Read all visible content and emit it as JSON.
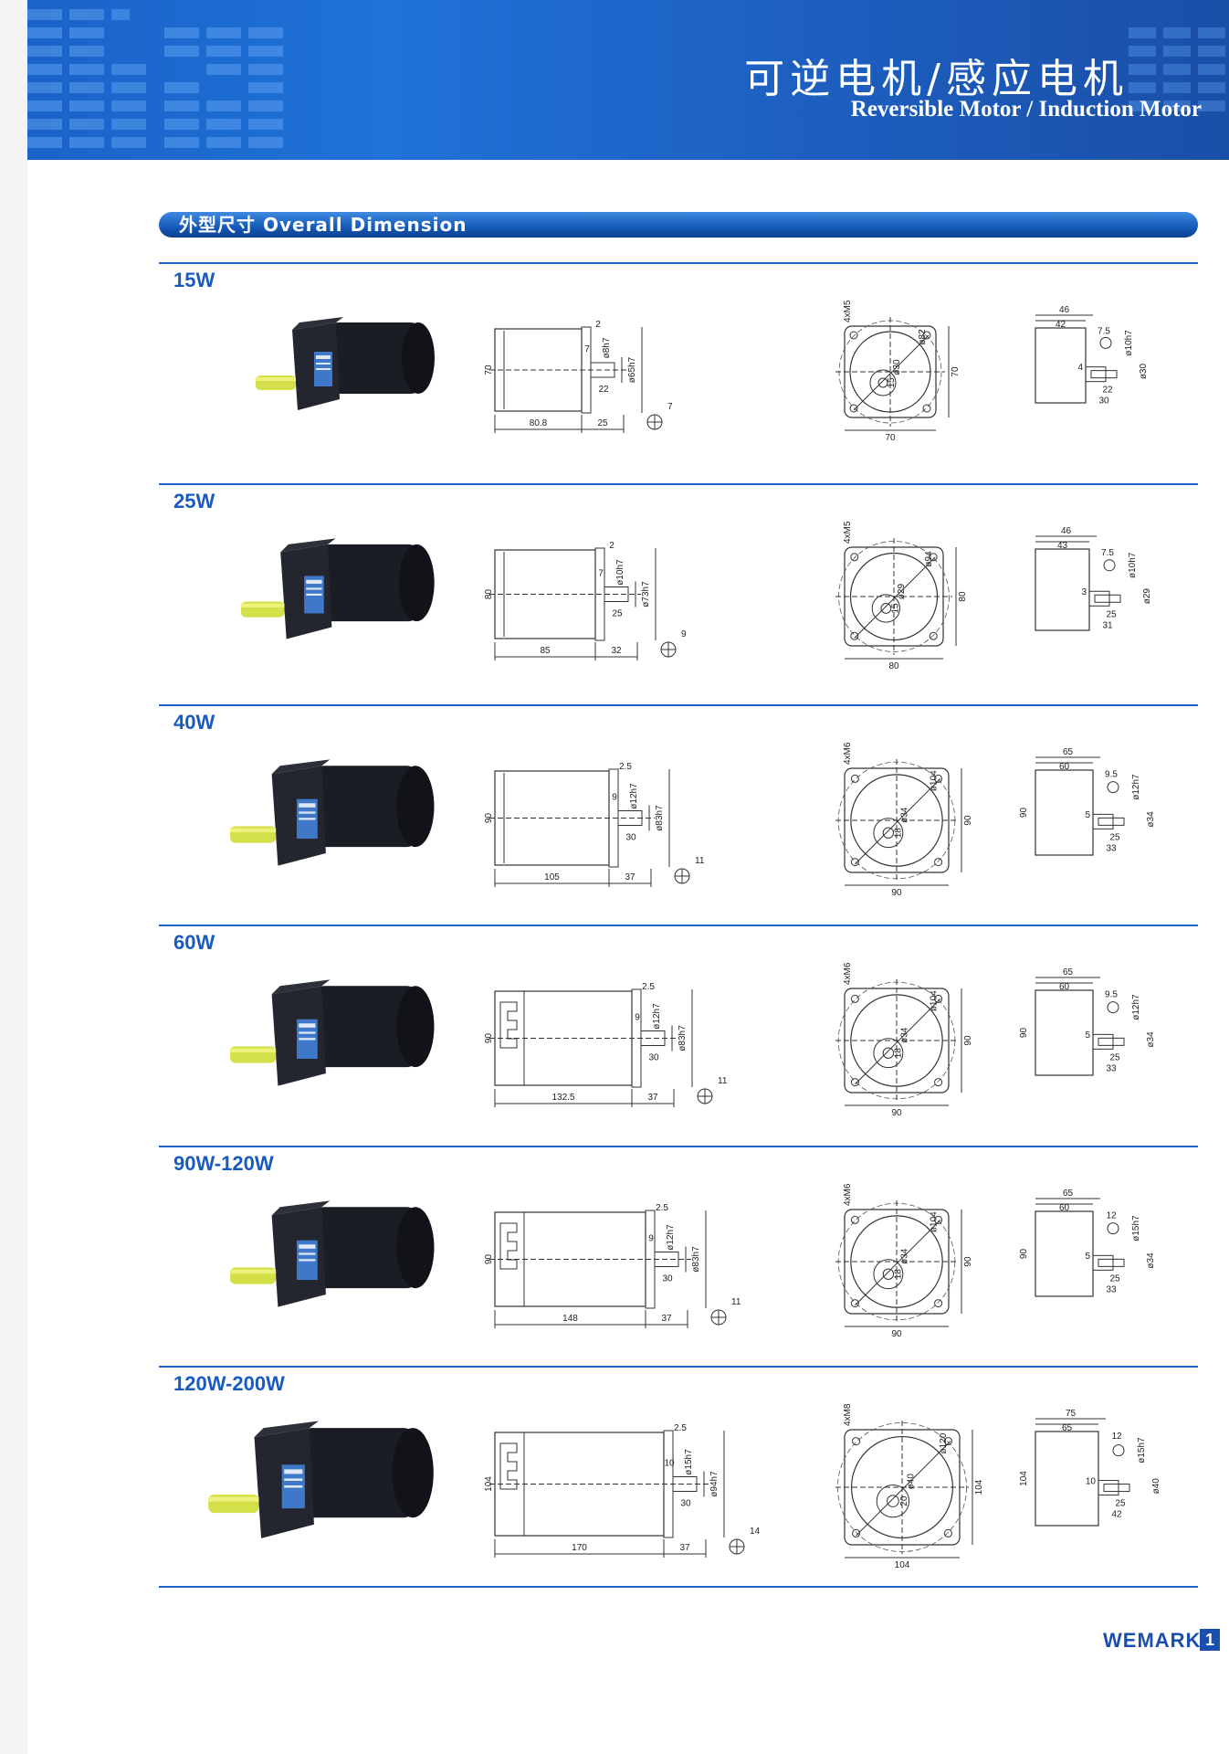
{
  "header": {
    "title_cn": "可逆电机/感应电机",
    "title_en": "Reversible Motor / Induction Motor"
  },
  "section": {
    "title": "外型尺寸 Overall Dimension"
  },
  "colors": {
    "brand_blue": "#1a5bbf",
    "header_blue": "#1f72d8",
    "motor_body": "#1b1d24",
    "shaft_yellow": "#d4e04a"
  },
  "motors": [
    {
      "power": "15W",
      "side": {
        "body_len": "80.8",
        "shaft_len": "25",
        "height": "70",
        "flange": "7",
        "step": "2",
        "shaft_dia": "ø8h7",
        "boss_dia": "ø65h7",
        "key_len": "22"
      },
      "key_section": "7",
      "front": {
        "holes": "4xM5",
        "pcd": "ø82",
        "boss": "ø30",
        "offset": "15",
        "width": "70",
        "height": "70"
      },
      "end": {
        "total": "46",
        "body": "42",
        "shaft_off": "7.5",
        "shaft_dia": "ø10h7",
        "step": "4",
        "key": "22",
        "len": "30",
        "boss_dia": "ø30"
      }
    },
    {
      "power": "25W",
      "side": {
        "body_len": "85",
        "shaft_len": "32",
        "height": "80",
        "flange": "7",
        "step": "2",
        "shaft_dia": "ø10h7",
        "boss_dia": "ø73h7",
        "key_len": "25"
      },
      "key_section": "9",
      "front": {
        "holes": "4xM5",
        "pcd": "ø94",
        "boss": "ø29",
        "offset": "15",
        "width": "80",
        "height": "80"
      },
      "end": {
        "total": "46",
        "body": "43",
        "shaft_off": "7.5",
        "shaft_dia": "ø10h7",
        "step": "3",
        "key": "25",
        "len": "31",
        "boss_dia": "ø29"
      }
    },
    {
      "power": "40W",
      "side": {
        "body_len": "105",
        "shaft_len": "37",
        "height": "90",
        "flange": "9",
        "step": "2.5",
        "shaft_dia": "ø12h7",
        "boss_dia": "ø83h7",
        "key_len": "30"
      },
      "key_section": "11",
      "front": {
        "holes": "4xM6",
        "pcd": "ø104",
        "boss": "ø34",
        "offset": "18",
        "width": "90",
        "height": "90"
      },
      "end": {
        "total": "65",
        "body": "60",
        "shaft_off": "9.5",
        "shaft_dia": "ø12h7",
        "step": "5",
        "key": "25",
        "len": "33",
        "boss_dia": "ø34",
        "height": "90"
      }
    },
    {
      "power": "60W",
      "side": {
        "body_len": "132.5",
        "shaft_len": "37",
        "height": "90",
        "flange": "9",
        "step": "2.5",
        "shaft_dia": "ø12h7",
        "boss_dia": "ø83h7",
        "key_len": "30"
      },
      "key_section": "11",
      "front": {
        "holes": "4xM6",
        "pcd": "ø104",
        "boss": "ø34",
        "offset": "18",
        "width": "90",
        "height": "90"
      },
      "end": {
        "total": "65",
        "body": "60",
        "shaft_off": "9.5",
        "shaft_dia": "ø12h7",
        "step": "5",
        "key": "25",
        "len": "33",
        "boss_dia": "ø34",
        "height": "90"
      }
    },
    {
      "power": "90W-120W",
      "side": {
        "body_len": "148",
        "shaft_len": "37",
        "height": "90",
        "flange": "9",
        "step": "2.5",
        "shaft_dia": "ø12h7",
        "boss_dia": "ø83h7",
        "key_len": "30"
      },
      "key_section": "11",
      "front": {
        "holes": "4xM6",
        "pcd": "ø104",
        "boss": "ø34",
        "offset": "18",
        "width": "90",
        "height": "90"
      },
      "end": {
        "total": "65",
        "body": "60",
        "shaft_off": "12",
        "shaft_dia": "ø15h7",
        "step": "5",
        "key": "25",
        "len": "33",
        "boss_dia": "ø34",
        "height": "90"
      }
    },
    {
      "power": "120W-200W",
      "side": {
        "body_len": "170",
        "shaft_len": "37",
        "height": "104",
        "flange": "10",
        "step": "2.5",
        "shaft_dia": "ø15h7",
        "boss_dia": "ø94h7",
        "key_len": "30"
      },
      "key_section": "14",
      "front": {
        "holes": "4xM8",
        "pcd": "ø120",
        "boss": "ø40",
        "offset": "20",
        "width": "104",
        "height": "104"
      },
      "end": {
        "total": "75",
        "body": "65",
        "shaft_off": "12",
        "shaft_dia": "ø15h7",
        "step": "10",
        "key": "25",
        "len": "42",
        "boss_dia": "ø40",
        "height": "104"
      }
    }
  ],
  "footer": {
    "brand": "WEMARK",
    "page": "1"
  }
}
